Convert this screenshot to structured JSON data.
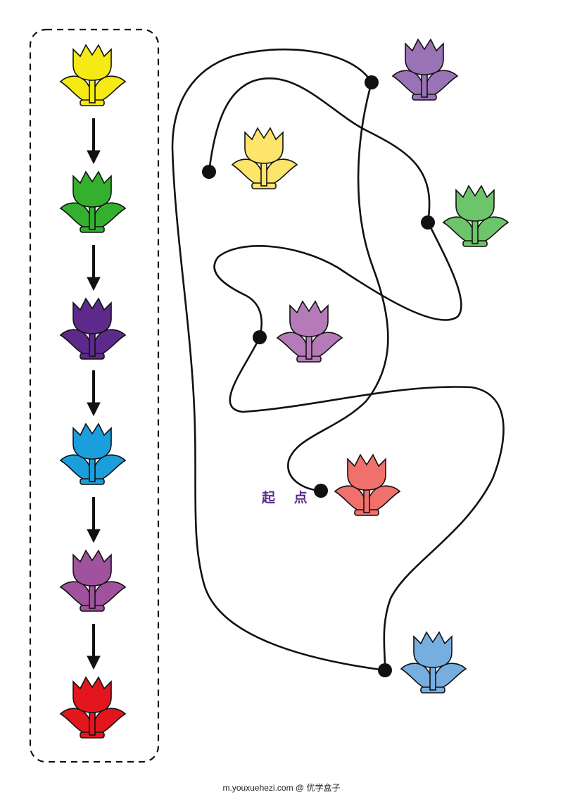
{
  "sequence": {
    "tulips": [
      {
        "color": "#f5ea14"
      },
      {
        "color": "#35b02e"
      },
      {
        "color": "#5d2a8c"
      },
      {
        "color": "#1a9fdc"
      },
      {
        "color": "#a0529e"
      },
      {
        "color": "#e3161e"
      }
    ]
  },
  "maze": {
    "start_label": "起 点",
    "tulips": [
      {
        "color": "#9a72b6",
        "name": "purple-dark"
      },
      {
        "color": "#fde46a",
        "name": "yellow"
      },
      {
        "color": "#6ec46a",
        "name": "green"
      },
      {
        "color": "#b57bb9",
        "name": "purple-light"
      },
      {
        "color": "#f0706c",
        "name": "red"
      },
      {
        "color": "#77aee0",
        "name": "blue"
      }
    ]
  },
  "footer": {
    "text": "m.youxuehezi.com @ 优学盒子"
  }
}
